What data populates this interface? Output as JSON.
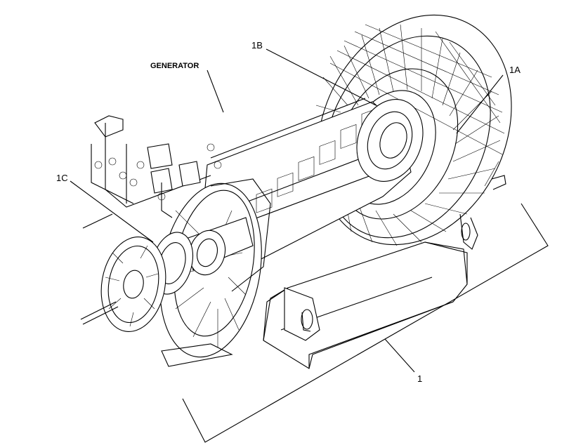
{
  "diagram": {
    "labels": {
      "generator": "GENERATOR",
      "callout_1": "1",
      "callout_1a": "1A",
      "callout_1b": "1B",
      "callout_1c": "1C"
    }
  }
}
